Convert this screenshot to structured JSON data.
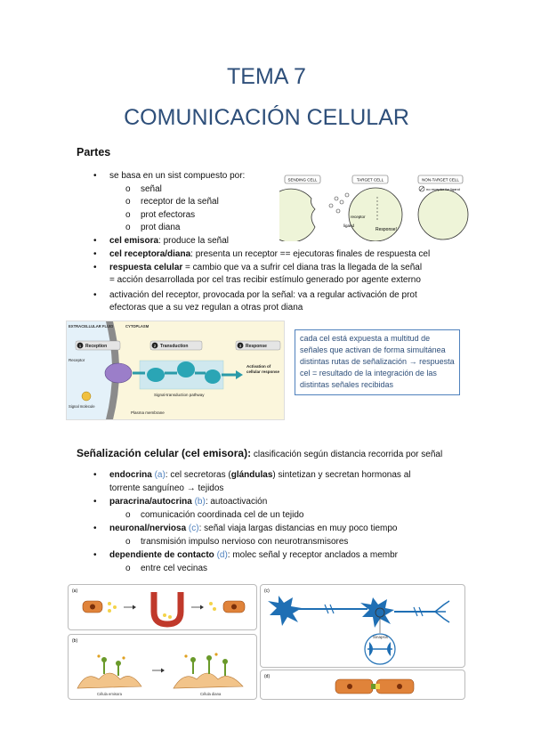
{
  "title1": "TEMA 7",
  "title2": "COMUNICACIÓN CELULAR",
  "section1": {
    "heading": "Partes",
    "b1": "se basa en un sist compuesto por:",
    "b1_sub": [
      "señal",
      "receptor de la señal",
      "prot efectoras",
      "prot diana"
    ],
    "b2_bold": "cel emisora",
    "b2_rest": ": produce la señal",
    "b3_bold": "cel receptora/diana",
    "b3_rest": ": presenta un receptor == ejecutoras finales de respuesta cel",
    "b4_bold": "respuesta celular",
    "b4_rest": " = cambio que va a sufrir cel diana tras la llegada de la señal",
    "b4_line2": "= acción desarrollada por cel tras recibir estímulo generado por agente externo",
    "b5_line1": "activación del receptor, provocada por la señal: va a regular activación de prot",
    "b5_line2": "efectoras que a su vez regulan a otras prot diana"
  },
  "fig1": {
    "sending": "SENDING CELL",
    "target": "TARGET CELL",
    "nontarget": "NON-TARGET CELL",
    "receptor": "receptor",
    "ligand": "ligand",
    "response": "Response!",
    "noreceptor": "no receptor for ligand"
  },
  "fig2": {
    "extracellular": "EXTRACELLULAR FLUID",
    "cytoplasm": "CYTOPLASM",
    "reception": "Reception",
    "transduction": "Transduction",
    "response": "Response",
    "n1": "1",
    "n2": "2",
    "n3": "3",
    "receptor": "Receptor",
    "signal": "Signal molecule",
    "pathway": "Signal-transduction pathway",
    "activation": "Activation of cellular response",
    "membrane": "Plasma membrane"
  },
  "note": "cada cel está expuesta a multitud de señales que activan de forma simultánea distintas rutas de señalización → respuesta cel = resultado de la integración de las distintas señales recibidas",
  "section2": {
    "heading": "Señalización celular (cel emisora):",
    "heading_rest": " clasificación según distancia recorrida por señal",
    "endo_bold": "endocrina",
    "endo_tag": " (a)",
    "endo_rest": ": cel secretoras (",
    "endo_bold2": "glándulas",
    "endo_rest2": ") sintetizan y secretan hormonas al",
    "endo_line2": "torrente sanguíneo → tejidos",
    "para_bold": "paracrina/autocrina",
    "para_tag": " (b)",
    "para_rest": ": autoactivación",
    "para_sub": "comunicación coordinada cel de un tejido",
    "neuro_bold": "neuronal/nerviosa",
    "neuro_tag": " (c)",
    "neuro_rest": ": señal viaja largas distancias en muy poco tiempo",
    "neuro_sub": "transmisión impulso nervioso con neurotransmisores",
    "cont_bold": "dependiente de contacto",
    "cont_tag": " (d)",
    "cont_rest": ": molec señal y receptor anclados a membr",
    "cont_sub": "entre cel vecinas"
  },
  "fig3": {
    "a": "(a)",
    "b": "(b)",
    "c": "(c)",
    "d": "(d)",
    "emisora": "Célula emisora",
    "diana": "Célula diana",
    "sinapsis": "Sinapsis"
  }
}
